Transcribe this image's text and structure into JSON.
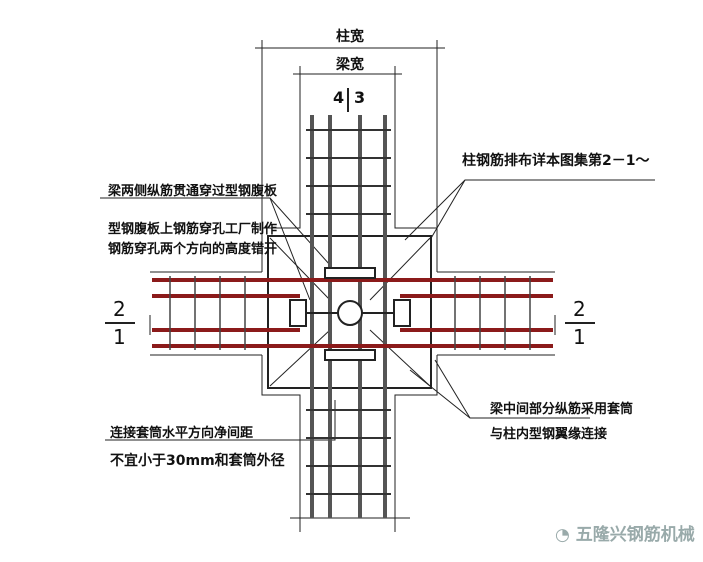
{
  "dimensions": {
    "column_width": "柱宽",
    "beam_width": "梁宽",
    "split_left": "4",
    "split_right": "3"
  },
  "section_marks": {
    "left_top": "2",
    "left_bottom": "1",
    "right_top": "2",
    "right_bottom": "1"
  },
  "notes": {
    "left_1": "梁两侧纵筋贯通穿过型钢腹板",
    "left_2": "型钢腹板上钢筋穿孔工厂制作",
    "left_3": "钢筋穿孔两个方向的高度错开",
    "right_top": "柱钢筋排布详本图集第2－1～",
    "right_bottom_1": "梁中间部分纵筋采用套筒",
    "right_bottom_2": "与柱内型钢翼缘连接",
    "bottom_left_1": "连接套筒水平方向净间距",
    "bottom_left_2": "不宜小于30mm和套筒外径"
  },
  "watermark": "五隆兴钢筋机械",
  "colors": {
    "rebar_beam": "#8b1a1a",
    "rebar_column": "#555555",
    "line": "#222222"
  }
}
